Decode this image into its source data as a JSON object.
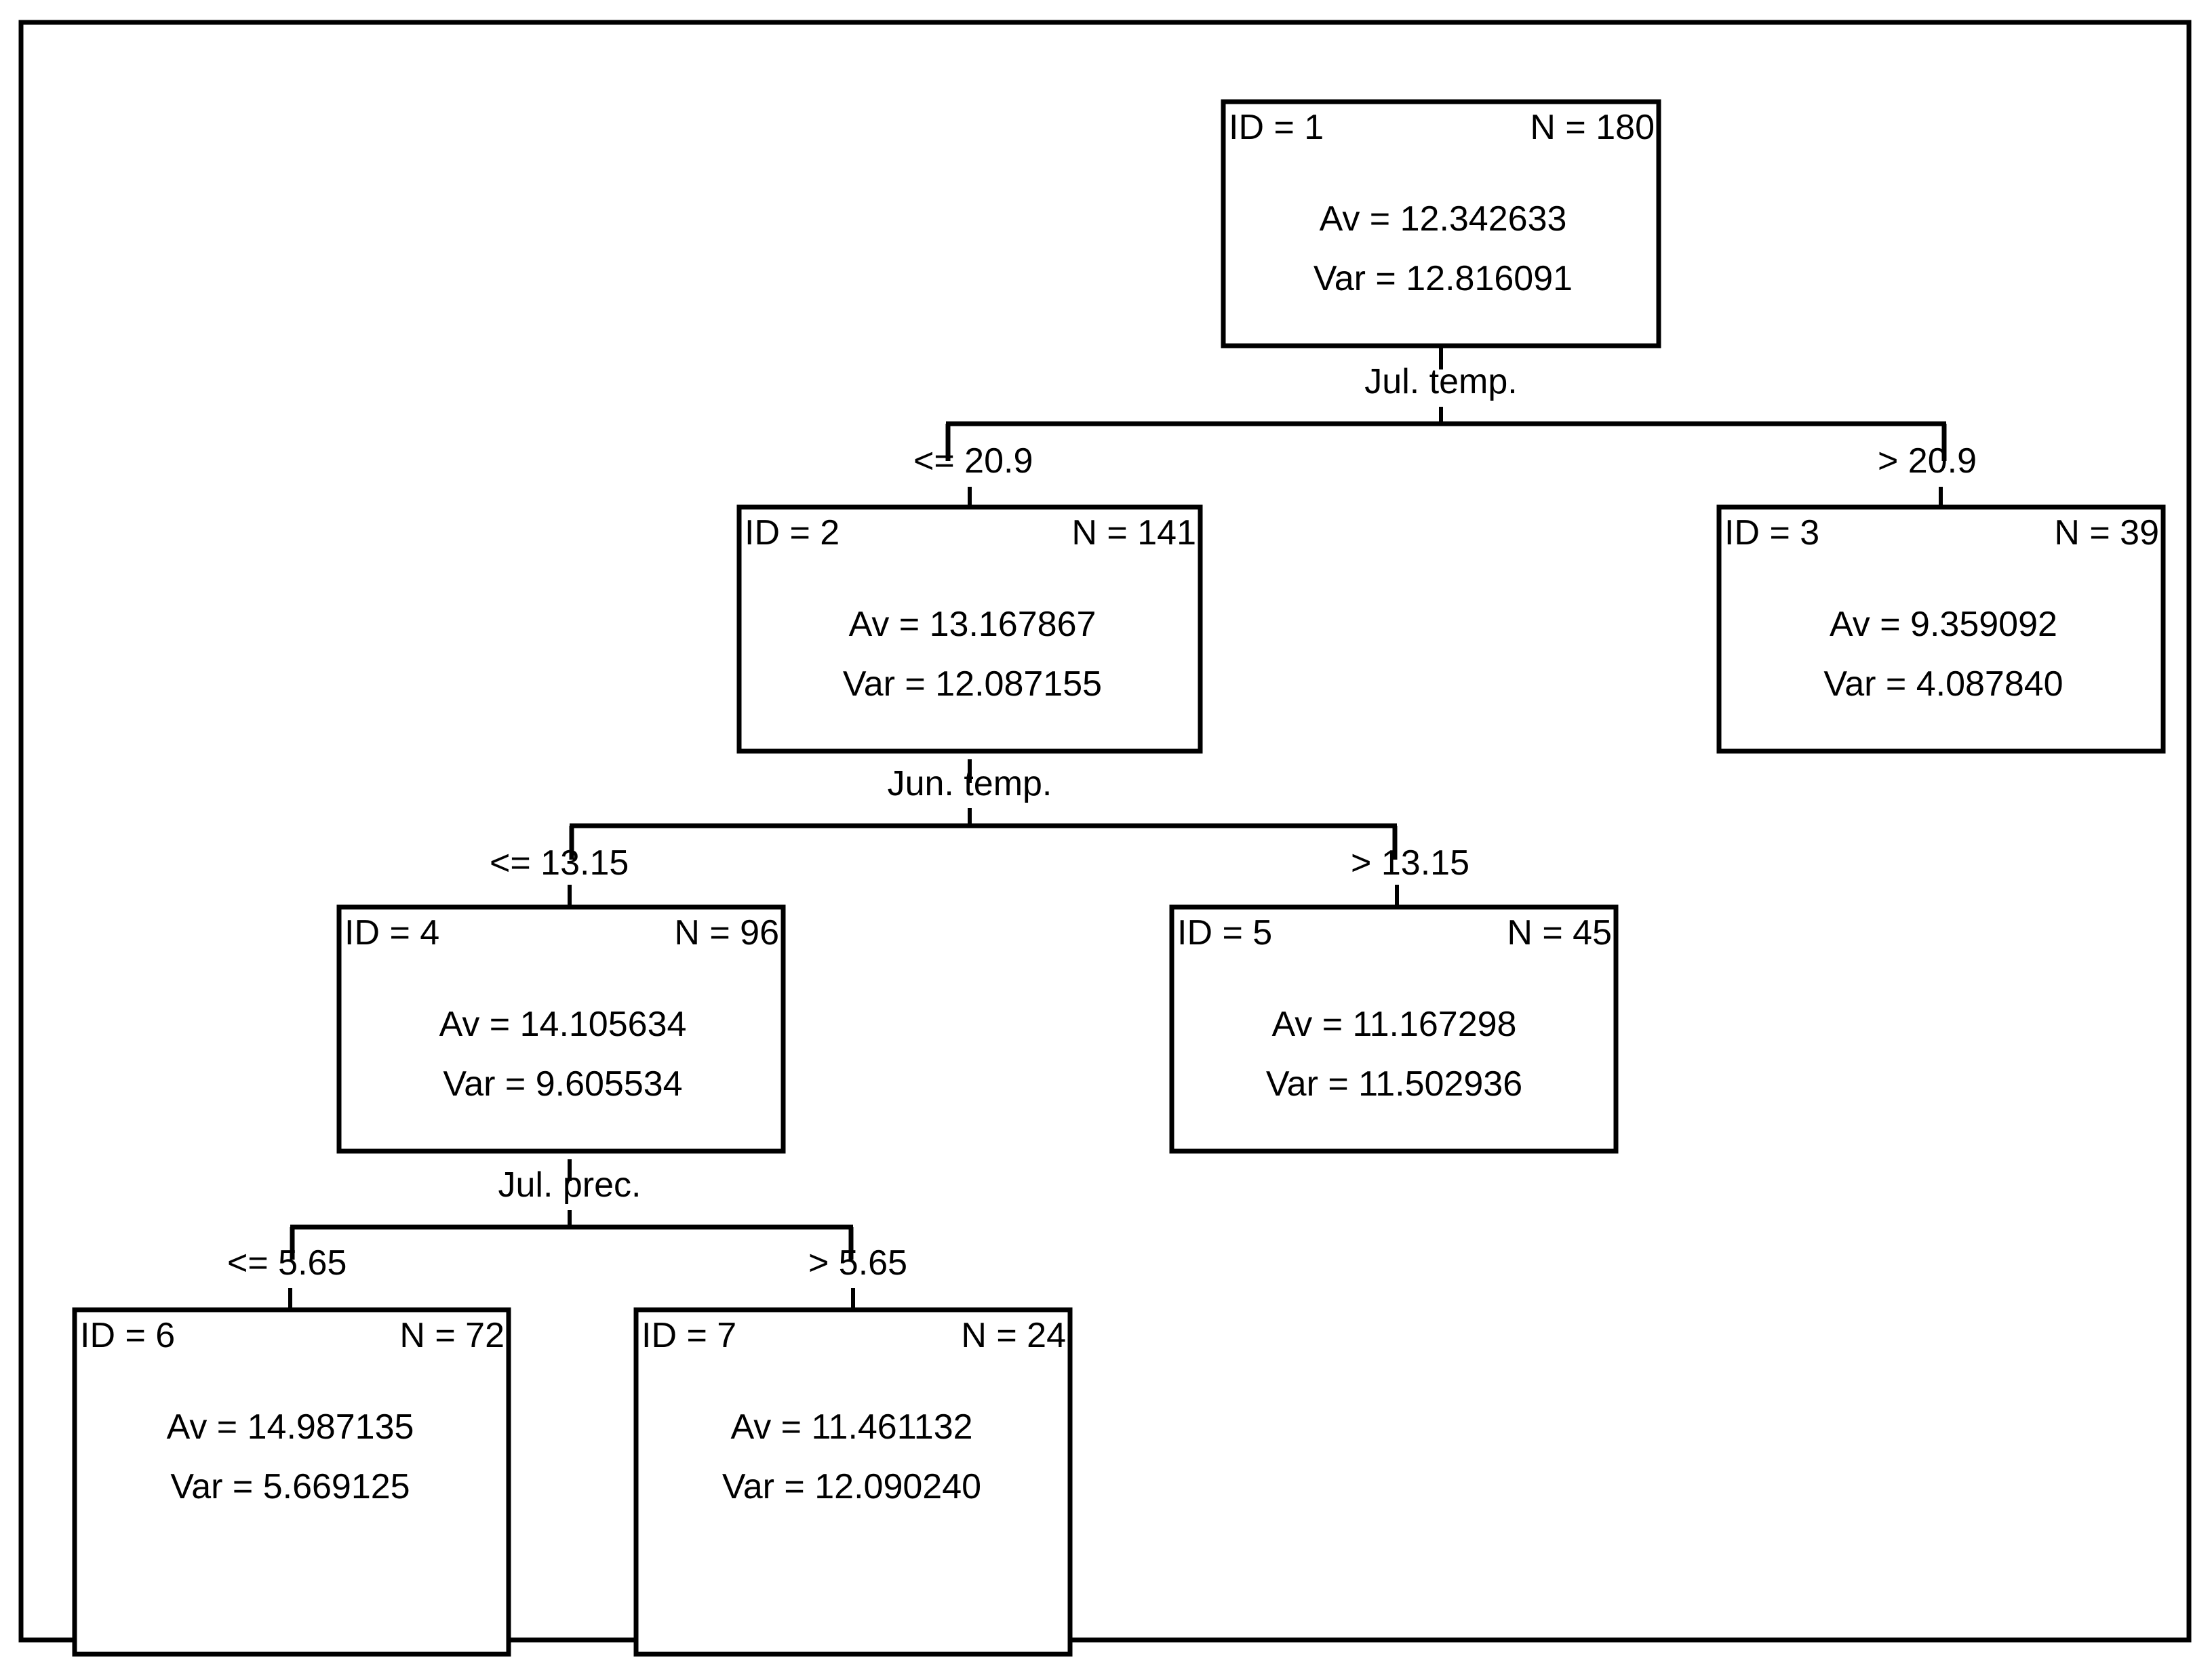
{
  "figure": {
    "kind": "regression-tree",
    "frame_color": "#000000",
    "background_color": "#ffffff"
  },
  "chart_data": {
    "type": "tree",
    "title": "",
    "xlabel": "",
    "ylabel": "",
    "node_fields": [
      "ID",
      "N",
      "Av",
      "Var"
    ],
    "nodes": [
      {
        "id_label": "ID = 1",
        "n_label": "N = 180",
        "av_label": "Av  =  12.342633",
        "var_label": "Var =  12.816091",
        "id": 1,
        "n": 180,
        "av": 12.342633,
        "var": 12.816091,
        "depth": 0,
        "is_leaf": false
      },
      {
        "id_label": "ID = 2",
        "n_label": "N = 141",
        "av_label": "Av  =  13.167867",
        "var_label": "Var =  12.087155",
        "id": 2,
        "n": 141,
        "av": 13.167867,
        "var": 12.087155,
        "depth": 1,
        "is_leaf": false
      },
      {
        "id_label": "ID = 3",
        "n_label": "N = 39",
        "av_label": "Av  =  9.359092",
        "var_label": "Var =  4.087840",
        "id": 3,
        "n": 39,
        "av": 9.359092,
        "var": 4.08784,
        "depth": 1,
        "is_leaf": true
      },
      {
        "id_label": "ID = 4",
        "n_label": "N = 96",
        "av_label": "Av  =  14.105634",
        "var_label": "Var =  9.605534",
        "id": 4,
        "n": 96,
        "av": 14.105634,
        "var": 9.605534,
        "depth": 2,
        "is_leaf": false
      },
      {
        "id_label": "ID = 5",
        "n_label": "N = 45",
        "av_label": "Av  =  11.167298",
        "var_label": "Var =  11.502936",
        "id": 5,
        "n": 45,
        "av": 11.167298,
        "var": 11.502936,
        "depth": 2,
        "is_leaf": true
      },
      {
        "id_label": "ID = 6",
        "n_label": "N = 72",
        "av_label": "Av  =  14.987135",
        "var_label": "Var =  5.669125",
        "id": 6,
        "n": 72,
        "av": 14.987135,
        "var": 5.669125,
        "depth": 3,
        "is_leaf": true
      },
      {
        "id_label": "ID = 7",
        "n_label": "N = 24",
        "av_label": "Av  =  11.461132",
        "var_label": "Var =  12.090240",
        "id": 7,
        "n": 24,
        "av": 11.461132,
        "var": 12.09024,
        "depth": 3,
        "is_leaf": true
      }
    ],
    "splits": [
      {
        "parent_id": 1,
        "variable": "Jul. temp.",
        "threshold": 20.9,
        "left_label": "<= 20.9",
        "right_label": "> 20.9",
        "left_child": 2,
        "right_child": 3
      },
      {
        "parent_id": 2,
        "variable": "Jun. temp.",
        "threshold": 13.15,
        "left_label": "<= 13.15",
        "right_label": "> 13.15",
        "left_child": 4,
        "right_child": 5
      },
      {
        "parent_id": 4,
        "variable": "Jul. prec.",
        "threshold": 5.65,
        "left_label": "<= 5.65",
        "right_label": "> 5.65",
        "left_child": 6,
        "right_child": 7
      }
    ]
  }
}
